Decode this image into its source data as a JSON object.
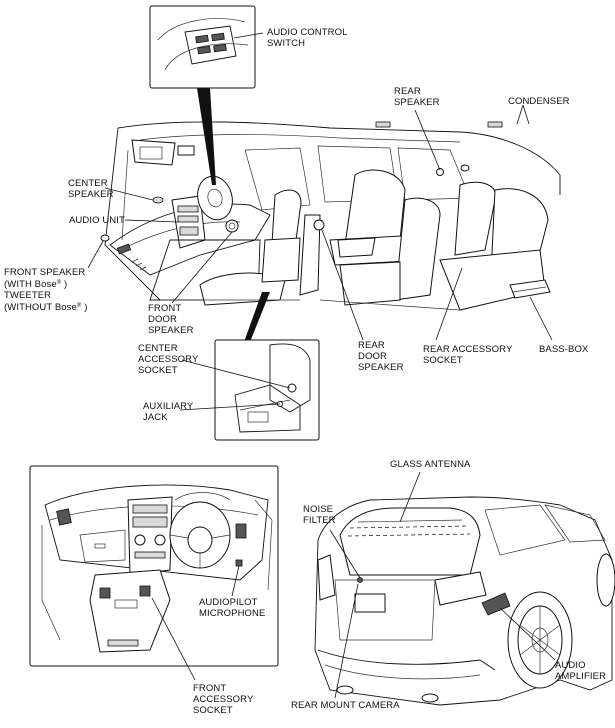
{
  "labels": {
    "audio_control_switch": [
      "AUDIO CONTROL",
      "SWITCH"
    ],
    "rear_speaker": [
      "REAR",
      "SPEAKER"
    ],
    "condenser": "CONDENSER",
    "center_speaker": [
      "CENTER",
      "SPEAKER"
    ],
    "audio_unit": "AUDIO UNIT",
    "front_speaker_line1": "FRONT SPEAKER",
    "front_speaker_line2_pre": "(WITH Bose",
    "front_speaker_line2_post": " )",
    "tweeter_line1": "TWEETER",
    "tweeter_line2_pre": "(WITHOUT Bose",
    "tweeter_line2_post": " )",
    "registered_mark": "®",
    "front_door_speaker": [
      "FRONT",
      "DOOR",
      "SPEAKER"
    ],
    "center_accessory_socket": [
      "CENTER",
      "ACCESSORY",
      "SOCKET"
    ],
    "auxiliary_jack": [
      "AUXILIARY",
      "JACK"
    ],
    "rear_door_speaker": [
      "REAR",
      "DOOR",
      "SPEAKER"
    ],
    "rear_accessory_socket": [
      "REAR ACCESSORY",
      "SOCKET"
    ],
    "bass_box": "BASS-BOX",
    "glass_antenna": "GLASS ANTENNA",
    "noise_filter": [
      "NOISE",
      "FILTER"
    ],
    "audiopilot_microphone": [
      "AUDIOPILOT",
      "MICROPHONE"
    ],
    "audio_amplifier": [
      "AUDIO",
      "AMPLIFIER"
    ],
    "front_accessory_socket": [
      "FRONT",
      "ACCESSORY",
      "SOCKET"
    ],
    "rear_mount_camera": "REAR MOUNT CAMERA"
  }
}
